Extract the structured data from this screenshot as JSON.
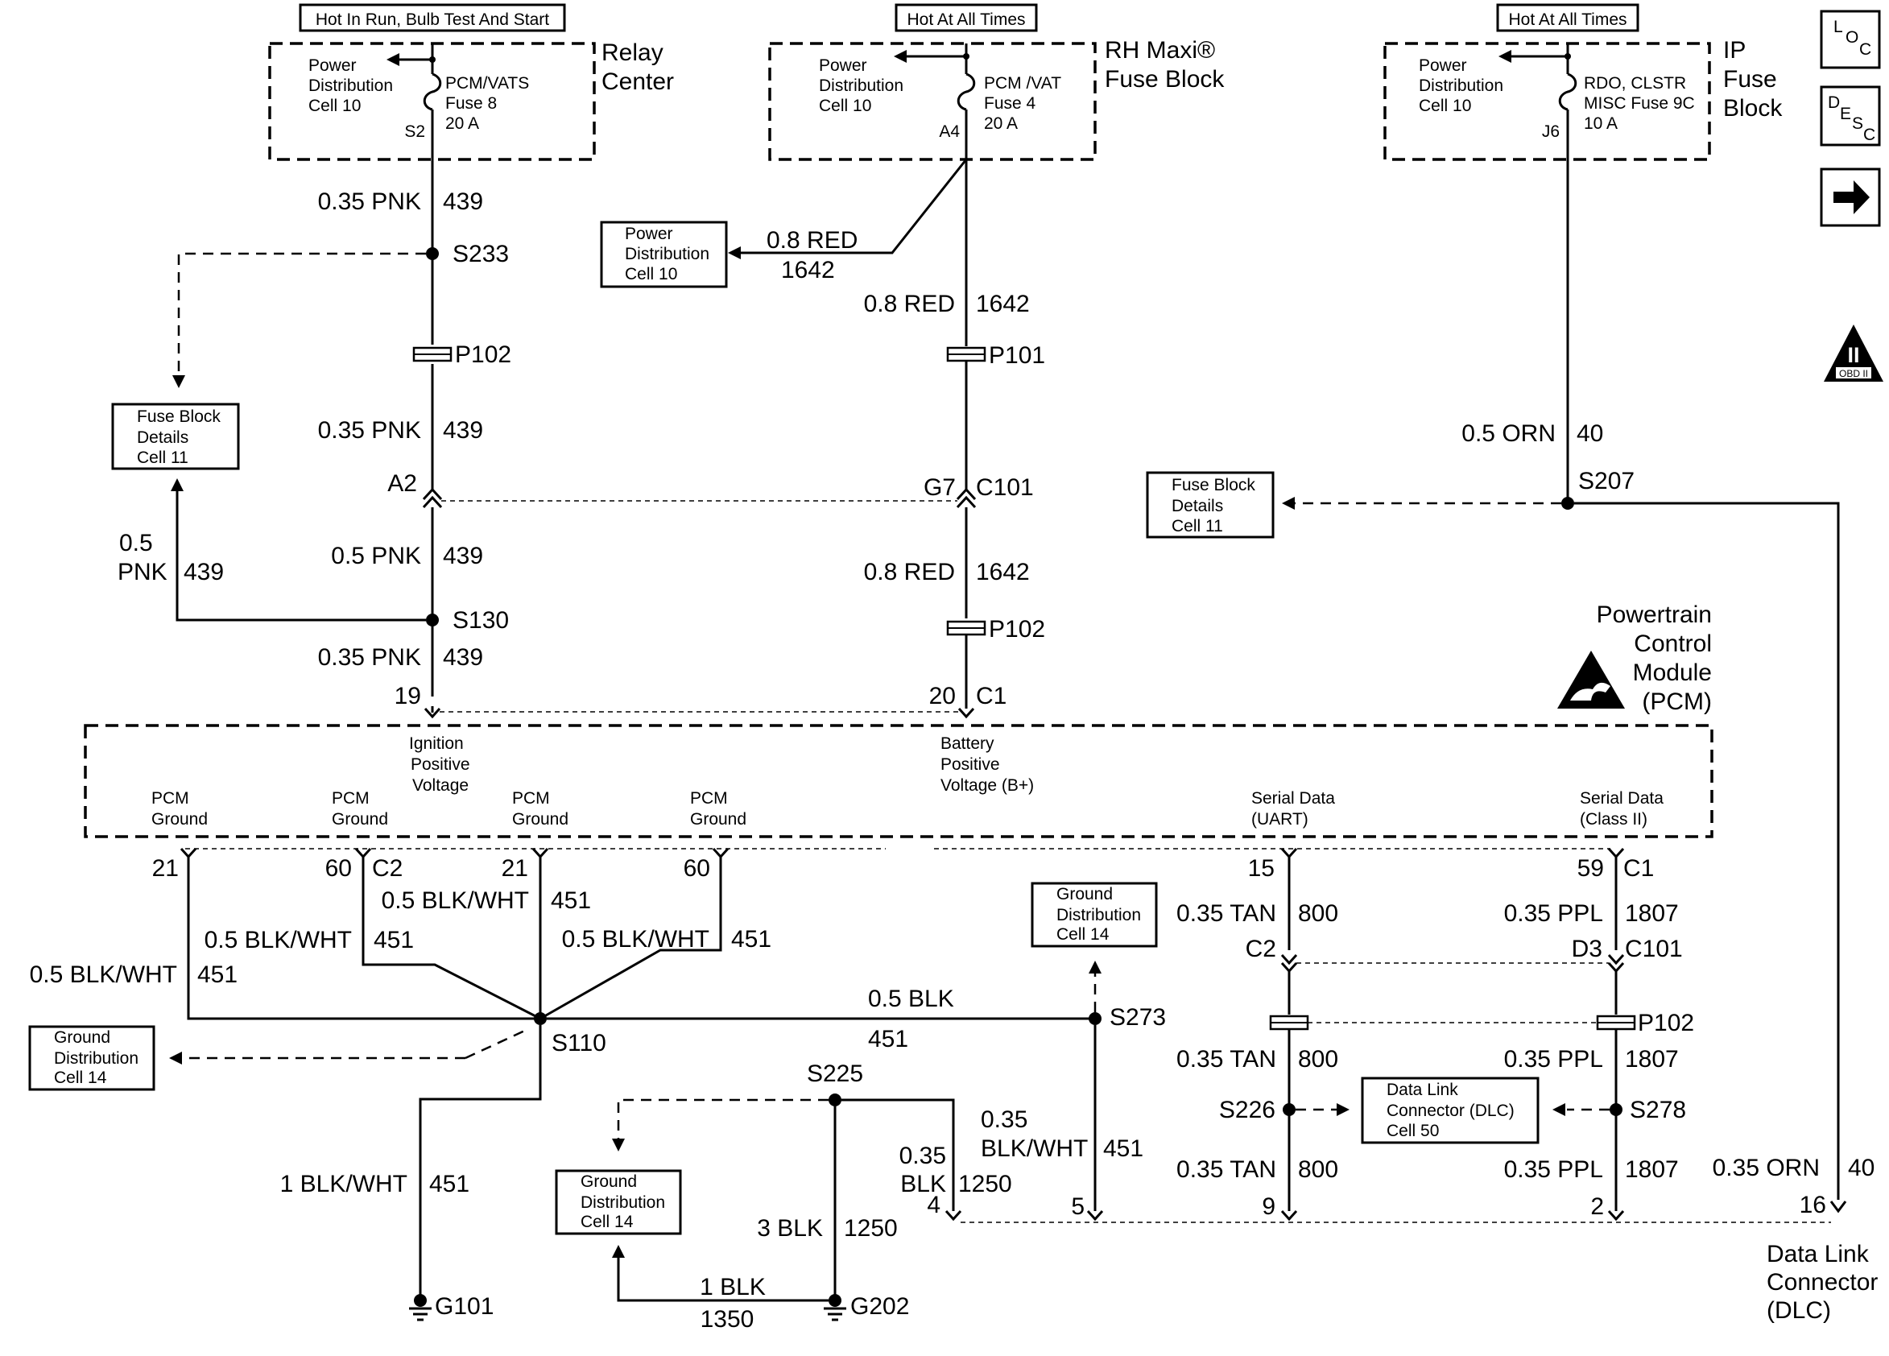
{
  "sources": {
    "relay": {
      "header": "Hot In Run, Bulb Test And Start",
      "cell": [
        "Power",
        "Distribution",
        "Cell 10"
      ],
      "fuse": [
        "PCM/VATS",
        "Fuse 8",
        "20 A"
      ],
      "pin": "S2",
      "title": [
        "Relay",
        "Center"
      ]
    },
    "rh_maxi": {
      "header": "Hot At All Times",
      "cell": [
        "Power",
        "Distribution",
        "Cell 10"
      ],
      "fuse": [
        "PCM /VAT",
        "Fuse 4",
        "20 A"
      ],
      "pin": "A4",
      "title": [
        "RH Maxi®",
        "Fuse Block"
      ]
    },
    "ip": {
      "header": "Hot At All Times",
      "cell": [
        "Power",
        "Distribution",
        "Cell 10"
      ],
      "fuse": [
        "RDO, CLSTR",
        "MISC Fuse 9C",
        "10 A"
      ],
      "pin": "J6",
      "title": [
        "IP",
        "Fuse",
        "Block"
      ]
    }
  },
  "side_icons": {
    "loc": [
      "L",
      "O",
      "C"
    ],
    "desc": [
      "D",
      "E",
      "S",
      "C"
    ],
    "next": "arrow-right-icon",
    "obd": [
      "II",
      "OBD II"
    ]
  },
  "ref_boxes": {
    "pd_cell10": [
      "Power",
      "Distribution",
      "Cell 10"
    ],
    "fuse_details_left": [
      "Fuse Block",
      "Details",
      "Cell 11"
    ],
    "fuse_details_right": [
      "Fuse Block",
      "Details",
      "Cell 11"
    ],
    "gd_top": [
      "Ground",
      "Distribution",
      "Cell 14"
    ],
    "gd_left": [
      "Ground",
      "Distribution",
      "Cell 14"
    ],
    "gd_bottom": [
      "Ground",
      "Distribution",
      "Cell 14"
    ],
    "dlc": [
      "Data Link",
      "Connector (DLC)",
      "Cell 50"
    ]
  },
  "wires": {
    "pnk_top": [
      "0.35 PNK",
      "439"
    ],
    "pnk_mid": [
      "0.35 PNK",
      "439"
    ],
    "pnk_05": [
      "0.5 PNK",
      "439"
    ],
    "pnk_left": [
      "0.5",
      "PNK",
      "439"
    ],
    "pnk_bottom": [
      "0.35 PNK",
      "439"
    ],
    "red_branch": [
      "0.8 RED",
      "1642"
    ],
    "red_top": [
      "0.8 RED",
      "1642"
    ],
    "red_mid": [
      "0.8 RED",
      "1642"
    ],
    "orn_top": [
      "0.5 ORN",
      "40"
    ],
    "gnd_a": [
      "0.5 BLK/WHT",
      "451"
    ],
    "gnd_b": [
      "0.5 BLK/WHT",
      "451"
    ],
    "gnd_c": [
      "0.5 BLK/WHT",
      "451"
    ],
    "gnd_d": [
      "0.5 BLK/WHT",
      "451"
    ],
    "blk_s273": [
      "0.5 BLK",
      "451"
    ],
    "g101_wire": [
      "1 BLK/WHT",
      "451"
    ],
    "dlc5_wire": [
      "0.35",
      "BLK/WHT",
      "451"
    ],
    "dlc4_wire": [
      "0.35",
      "BLK",
      "1250"
    ],
    "g202_wire": [
      "3 BLK",
      "1250"
    ],
    "blk_1350": [
      "1 BLK",
      "1350"
    ],
    "tan_1": [
      "0.35 TAN",
      "800"
    ],
    "tan_2": [
      "0.35 TAN",
      "800"
    ],
    "tan_3": [
      "0.35 TAN",
      "800"
    ],
    "ppl_1": [
      "0.35 PPL",
      "1807"
    ],
    "ppl_2": [
      "0.35 PPL",
      "1807"
    ],
    "ppl_3": [
      "0.35 PPL",
      "1807"
    ],
    "orn_dlc": [
      "0.35 ORN",
      "40"
    ]
  },
  "splices": {
    "s233": "S233",
    "s130": "S130",
    "s207": "S207",
    "s110": "S110",
    "s273": "S273",
    "s225": "S225",
    "s226": "S226",
    "s278": "S278"
  },
  "connectors": {
    "p102_a": "P102",
    "p101": "P101",
    "p102_b": "P102",
    "p102_c": "P102",
    "a2": "A2",
    "g7": "G7",
    "c101": "C101",
    "c101_b": "C101",
    "c2_mid": "C2",
    "d3": "D3"
  },
  "grounds": {
    "g101": "G101",
    "g202": "G202"
  },
  "pcm": {
    "title": [
      "Powertrain",
      "Control",
      "Module",
      "(PCM)"
    ],
    "top_pins": {
      "ign": "19",
      "batt": "20",
      "conn": "C1"
    },
    "labels": {
      "ign": [
        "Ignition",
        "Positive",
        "Voltage"
      ],
      "batt": [
        "Battery",
        "Positive",
        "Voltage (B+)"
      ],
      "gnd1": [
        "PCM",
        "Ground"
      ],
      "gnd2": [
        "PCM",
        "Ground"
      ],
      "gnd3": [
        "PCM",
        "Ground"
      ],
      "gnd4": [
        "PCM",
        "Ground"
      ],
      "uart": [
        "Serial Data",
        "(UART)"
      ],
      "class2": [
        "Serial Data",
        "(Class II)"
      ]
    },
    "bottom_pins": {
      "p21a": "21",
      "p60a": "60",
      "c2": "C2",
      "p21b": "21",
      "p60b": "60",
      "p15": "15",
      "p59": "59",
      "c1": "C1"
    }
  },
  "dlc": {
    "pins": {
      "p4": "4",
      "p5": "5",
      "p9": "9",
      "p2": "2",
      "p16": "16"
    },
    "title": [
      "Data Link",
      "Connector",
      "(DLC)"
    ]
  }
}
